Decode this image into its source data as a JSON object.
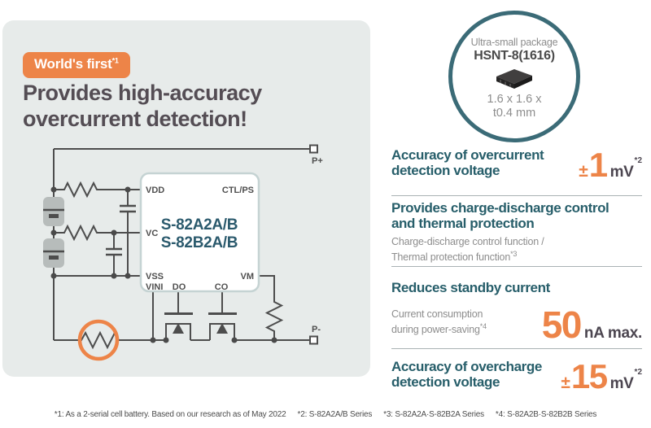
{
  "badge": {
    "label": "World's first",
    "superscript": "*1"
  },
  "heading": {
    "line1": "Provides high-accuracy",
    "line2": "overcurrent detection!"
  },
  "package_circle": {
    "caption": "Ultra-small package",
    "name": "HSNT-8(1616)",
    "dimensions_line1": "1.6 x 1.6 x",
    "dimensions_line2": "t0.4 mm"
  },
  "circuit": {
    "part_number_line1": "S-82A2A/B",
    "part_number_line2": "S-82B2A/B",
    "pins": {
      "vdd": "VDD",
      "ctlps": "CTL/PS",
      "vc": "VC",
      "vss": "VSS",
      "vini": "VINI",
      "do": "DO",
      "co": "CO",
      "vm": "VM"
    },
    "terminals": {
      "positive": "P+",
      "negative": "P-"
    }
  },
  "features": [
    {
      "title_line1": "Accuracy of overcurrent",
      "title_line2": "detection voltage",
      "value_sign": "±",
      "value_number": "1",
      "value_unit": "mV",
      "value_superscript": "*2"
    },
    {
      "title_line1": "Provides charge-discharge control",
      "title_line2": "and thermal protection",
      "subtext_line1": "Charge-discharge control function /",
      "subtext_line2": "Thermal protection function",
      "subtext_superscript": "*3"
    },
    {
      "title_line1": "Reduces standby current",
      "subtext_line1": "Current consumption",
      "subtext_line2": "during power-saving",
      "subtext_superscript": "*4",
      "value_number": "50",
      "value_unit": "nA max."
    },
    {
      "title_line1": "Accuracy of overcharge",
      "title_line2": "detection voltage",
      "value_sign": "±",
      "value_number": "15",
      "value_unit": "mV",
      "value_superscript": "*2"
    }
  ],
  "footnotes": [
    "*1: As a 2-serial cell battery.  Based on our research as of May 2022",
    "*2: S-82A2A/B Series",
    "*3: S-82A2A·S-82B2A Series",
    "*4: S-82A2B·S-82B2B Series"
  ],
  "colors": {
    "accent_orange": "#ed8448",
    "teal_heading": "#275e6a",
    "panel_background": "#e7ebea",
    "circle_border": "#3b6b77",
    "heading_text": "#544d54",
    "wire": "#4d4d4d",
    "subtext_gray": "#8d8d8d",
    "value_dark": "#4c4650",
    "part_number_teal": "#2b5a6d"
  }
}
